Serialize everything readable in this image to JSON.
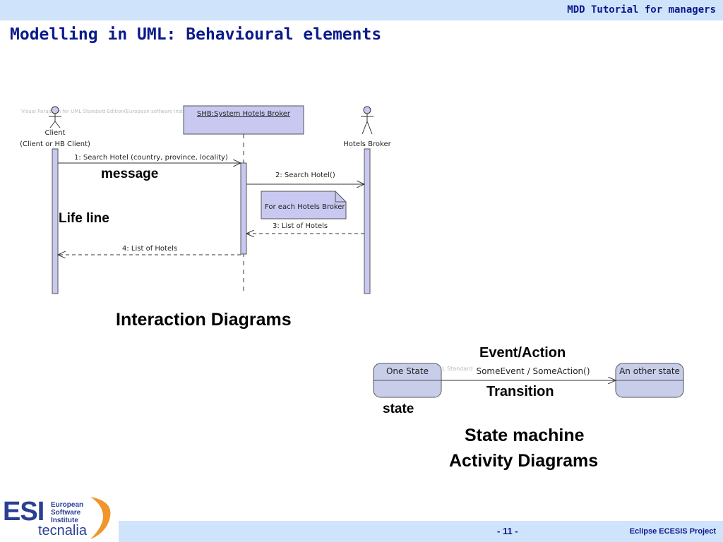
{
  "header": {
    "top_title": "MDD Tutorial for managers",
    "slide_title": "Modelling in UML: Behavioural elements"
  },
  "sequence": {
    "watermark": "Visual Paradigm for UML Standard Edition(European software instit",
    "client_label": "Client",
    "client_sub": "(Client or HB Client)",
    "broker_box": "SHB:System Hotels Broker",
    "hotels_label": "Hotels Broker",
    "msg1": "1: Search Hotel (country, province, locality)",
    "msg2": "2: Search Hotel()",
    "note": "For each Hotels Broker",
    "msg3": "3: List of Hotels",
    "msg4": "4: List of Hotels",
    "callout_message": "message",
    "callout_lifeline": "Life line",
    "caption": "Interaction Diagrams"
  },
  "state": {
    "callout_event": "Event/Action",
    "state1": "One State",
    "watermark": "L Standard",
    "transition_label": "SomeEvent / SomeAction()",
    "state2": "An other state",
    "callout_transition": "Transition",
    "callout_state": "state",
    "caption_line1": "State machine",
    "caption_line2": "Activity Diagrams"
  },
  "footer": {
    "page": "- 11 -",
    "project": "Eclipse ECESIS Project",
    "logo_esi": "ESI",
    "logo_line1": "European",
    "logo_line2": "Software",
    "logo_line3": "Institute",
    "logo_tecnalia": "tecnalia"
  },
  "colors": {
    "header_bg": "#cfe3fb",
    "title": "#0b1a8c",
    "lifeline_fill": "#c8c8f0",
    "state_fill": "#c8cdea"
  }
}
